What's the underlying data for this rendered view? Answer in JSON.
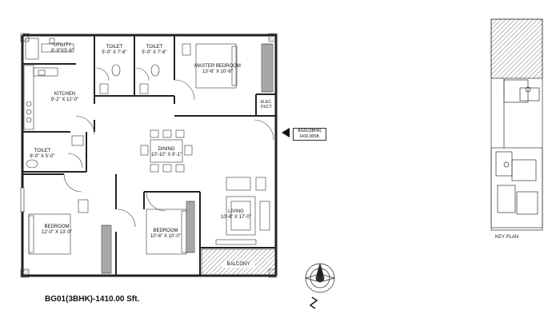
{
  "caption": "BG01(3BHK)-1410.00 Sft.",
  "unit_tag": {
    "line1": "BG01(3BHK)",
    "line2": "1410.00Sft."
  },
  "key_plan_label": "KEY PLAN",
  "rooms": {
    "utility": {
      "name": "UTILITY",
      "dim": "8'-9\"X3'-6\""
    },
    "toilet1": {
      "name": "TOILET",
      "dim": "5'-0\" X 7'-6\""
    },
    "toilet2": {
      "name": "TOILET",
      "dim": "5'-0\" X 7'-6\""
    },
    "master": {
      "name": "MASTER BEDROOM",
      "dim": "13'-6\" X 10'-6\""
    },
    "kitchen": {
      "name": "KITCHEN",
      "dim": "9'-2\" X 12'-0\""
    },
    "elec": {
      "name": "ELEC. DUCT"
    },
    "dining": {
      "name": "DINING",
      "dim": "10'-10\" X 9'-1\""
    },
    "toilet3": {
      "name": "TOILET",
      "dim": "8'-0\" X 5'-0\""
    },
    "living": {
      "name": "LIVING",
      "dim": "10'-6\" X 17'-0\""
    },
    "bedroom1": {
      "name": "BEDROOM",
      "dim": "12'-0\" X 13'-0\""
    },
    "bedroom2": {
      "name": "BEDROOM",
      "dim": "10'-6\" X 10'-0\""
    },
    "balcony": {
      "name": "BALCONY"
    }
  },
  "colors": {
    "wall": "#222222",
    "line": "#333333",
    "hatch": "#555555"
  }
}
